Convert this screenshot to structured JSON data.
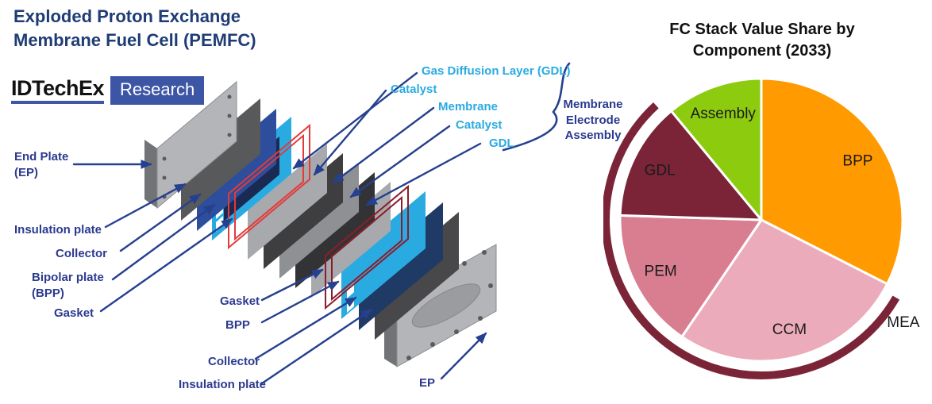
{
  "header": {
    "title": "Exploded Proton Exchange\nMembrane Fuel Cell (PEMFC)",
    "logo": {
      "brand": "IDTechEx",
      "suffix": "Research"
    }
  },
  "diagram": {
    "left_labels": [
      {
        "text": "End Plate\n(EP)"
      },
      {
        "text": "Insulation plate"
      },
      {
        "text": "Collector"
      },
      {
        "text": "Bipolar plate\n(BPP)"
      },
      {
        "text": "Gasket"
      }
    ],
    "layer_labels": [
      {
        "text": "Gas Diffusion Layer (GDL)"
      },
      {
        "text": "Catalyst"
      },
      {
        "text": "Membrane"
      },
      {
        "text": "Catalyst"
      },
      {
        "text": "GDL"
      }
    ],
    "bottom_labels": [
      {
        "text": "Gasket"
      },
      {
        "text": "BPP"
      },
      {
        "text": "Collector"
      },
      {
        "text": "Insulation plate"
      },
      {
        "text": "EP"
      }
    ],
    "mea_label": "Membrane\nElectrode\nAssembly",
    "stack_order": [
      "End Plate (EP)",
      "Insulation plate",
      "Collector",
      "Bipolar plate (BPP)",
      "Gasket",
      "GDL",
      "Catalyst",
      "Membrane",
      "Catalyst",
      "GDL",
      "Gasket",
      "BPP",
      "Collector",
      "Insulation plate",
      "EP"
    ],
    "colors": {
      "label_navy": "#2B3A8F",
      "label_cyan": "#29ABE2",
      "arrow": "#25408F",
      "end_plate": "#B3B5B8",
      "insulation_plate": "#58595B",
      "collector": "#2C4E9C",
      "bipolar_plate": "#29ABE2",
      "gasket_front": "#E13B3A",
      "gasket_back": "#8C1D2B",
      "gdl": "#A7A9AC",
      "catalyst": "#3E3E40",
      "membrane": "#8E9093"
    }
  },
  "chart_data": {
    "type": "pie",
    "title": "FC Stack Value Share by Component (2033)",
    "title_display": "FC Stack Value Share by\nComponent (2033)",
    "categories": [
      "BPP",
      "CCM",
      "PEM",
      "GDL",
      "Assembly"
    ],
    "values": [
      32.5,
      27,
      16,
      13.5,
      11
    ],
    "colors": [
      "#FF9A00",
      "#ECABBB",
      "#D87E90",
      "#7B2438",
      "#8DCB0F"
    ],
    "start_angle_deg": 0,
    "direction": "clockwise",
    "separator_color": "#FFFFFF",
    "legend": "none",
    "annotation": {
      "label": "MEA",
      "covers": [
        "CCM",
        "PEM",
        "GDL"
      ],
      "color": "#7B2438"
    }
  }
}
